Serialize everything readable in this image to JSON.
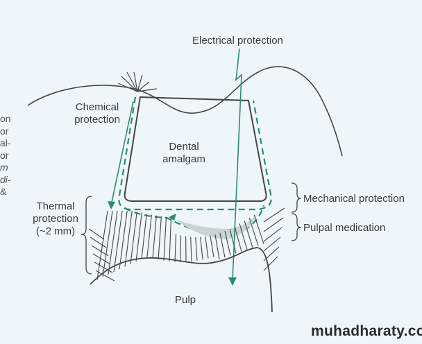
{
  "labels": {
    "electrical": "Electrical protection",
    "chemical": [
      "Chemical",
      "protection"
    ],
    "amalgam": [
      "Dental",
      "amalgam"
    ],
    "mechanical": "Mechanical protection",
    "pulpal": "Pulpal medication",
    "thermal": [
      "Thermal",
      "protection",
      "(~2 mm)"
    ],
    "pulp": "Pulp"
  },
  "margin_fragments": [
    "on",
    "or",
    "al-",
    "or",
    "m",
    "di-",
    "&"
  ],
  "watermark": "muhadharaty.com",
  "colors": {
    "accent": "#2e8a72",
    "line": "#444444"
  }
}
